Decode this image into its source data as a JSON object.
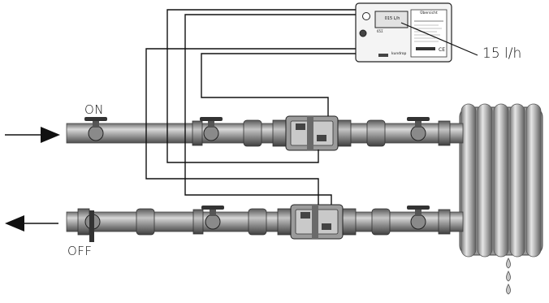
{
  "labels": {
    "on": "ON",
    "off": "OFF",
    "flow_callout": "15 l/h"
  },
  "meter": {
    "display": "015 L/h",
    "panel_header": "Übersicht",
    "side_text": "65Σ",
    "brand": "kundrop",
    "mark": "CE"
  },
  "icons": {
    "inlet_arrow": "arrow-right-icon",
    "outlet_arrow": "arrow-left-icon",
    "drops": "water-drop-icon"
  },
  "colors": {
    "pipe": "#9a9a9a",
    "line": "#111111",
    "radiator": "#b8b8b8"
  }
}
